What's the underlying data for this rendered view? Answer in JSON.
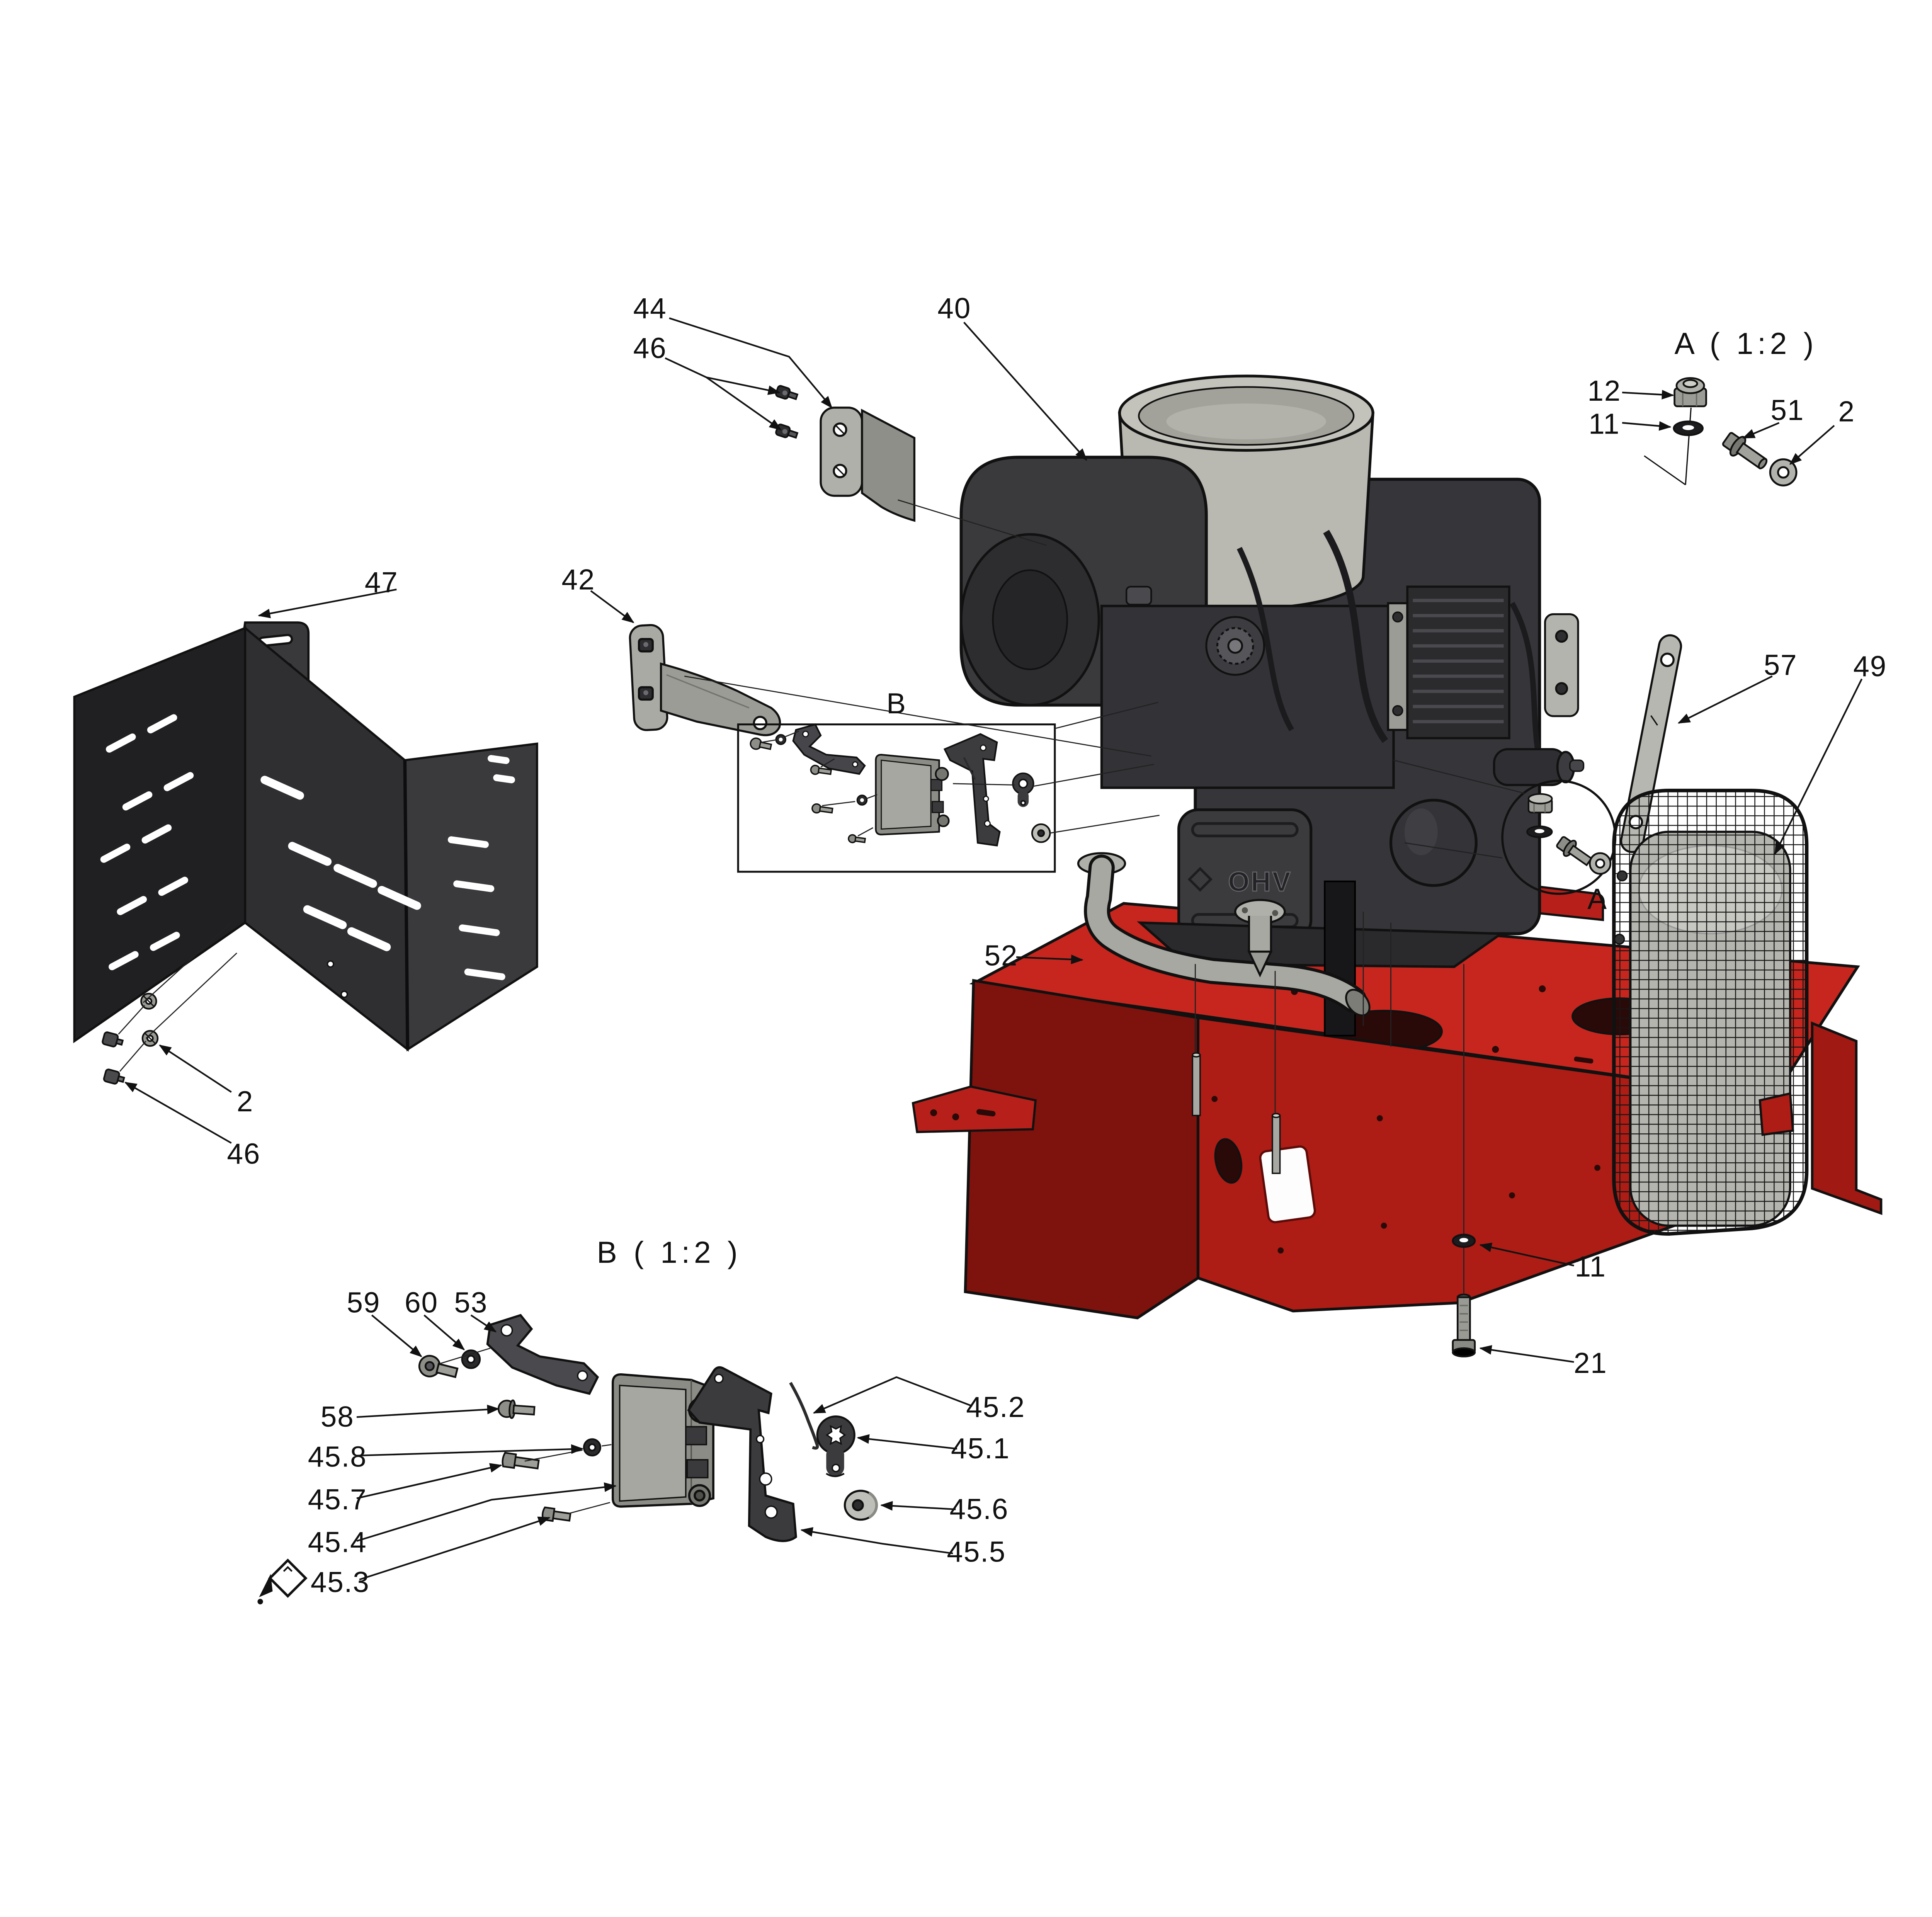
{
  "diagram": {
    "type": "exploded-parts-diagram",
    "engine": {
      "valve_cover_text": "OHV"
    },
    "colors": {
      "frame_red_top": "#c6261e",
      "frame_red_front": "#ad1c15",
      "frame_red_dark": "#7e120d",
      "engine_dark": "#38383b",
      "metal_light": "#b9b9b1",
      "shield_dark": "#2a2a2c",
      "outline": "#111111"
    }
  },
  "details": {
    "detail_a_title": "A ( 1:2 )",
    "detail_b_title": "B ( 1:2 )",
    "detail_b_box_marker": "B",
    "detail_a_circle_marker": "A"
  },
  "callouts": {
    "c44": {
      "text": "44"
    },
    "c46_top": {
      "text": "46"
    },
    "c40": {
      "text": "40"
    },
    "c12": {
      "text": "12"
    },
    "c11_top": {
      "text": "11"
    },
    "c51": {
      "text": "51"
    },
    "c2_top": {
      "text": "2"
    },
    "c47": {
      "text": "47"
    },
    "c42": {
      "text": "42"
    },
    "c57": {
      "text": "57"
    },
    "c49": {
      "text": "49"
    },
    "c52": {
      "text": "52"
    },
    "c2_left": {
      "text": "2"
    },
    "c46_left": {
      "text": "46"
    },
    "c59": {
      "text": "59"
    },
    "c60": {
      "text": "60"
    },
    "c53": {
      "text": "53"
    },
    "c58": {
      "text": "58"
    },
    "c45_8": {
      "text": "45.8"
    },
    "c45_7": {
      "text": "45.7"
    },
    "c45_4": {
      "text": "45.4"
    },
    "c45_3": {
      "text": "45.3"
    },
    "c45_2": {
      "text": "45.2"
    },
    "c45_1": {
      "text": "45.1"
    },
    "c45_6": {
      "text": "45.6"
    },
    "c45_5": {
      "text": "45.5"
    },
    "c11_bottom": {
      "text": "11"
    },
    "c21": {
      "text": "21"
    }
  }
}
